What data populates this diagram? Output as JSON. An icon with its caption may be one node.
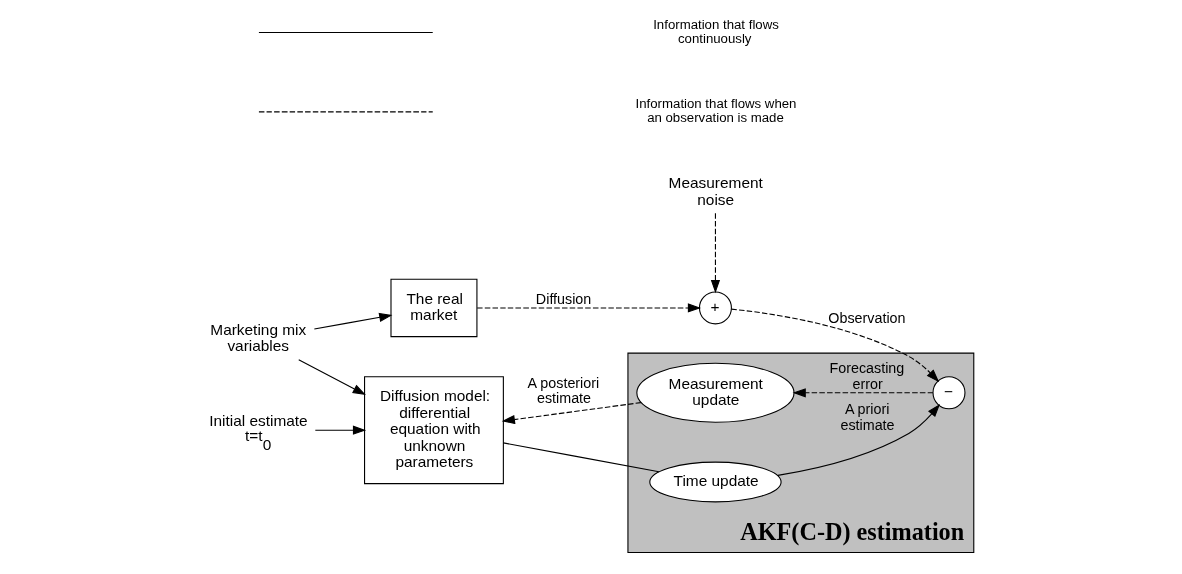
{
  "diagram": {
    "nodes": [
      {
        "text": [
          "Marketing mix variables"
        ]
      },
      {
        "text": [
          "The real market"
        ]
      },
      {
        "text": [
          "Measurement noise"
        ]
      },
      {
        "text": [
          "+"
        ]
      },
      {
        "text": [
          "Initial estimate t=t$_{0}$"
        ]
      },
      {
        "text": [
          "Diffusion model: differential equation with unknown parameters"
        ]
      },
      {
        "text": [
          "AKF(C-D) estimation"
        ]
      },
      {
        "text": [
          "Time update"
        ],
        "in": 6
      },
      {
        "text": [
          "−"
        ],
        "in": 6
      },
      {
        "text": [
          "Measurement update"
        ],
        "in": 6
      }
    ],
    "edges": [
      {
        "from": 0,
        "to": 1,
        "arrow": "to"
      },
      {
        "from": 0,
        "to": 5,
        "arrow": "to"
      },
      {
        "from": 1,
        "to": 3,
        "arrow": "to",
        "label": "Diffusion",
        "style": "dashed"
      },
      {
        "from": 2,
        "to": 3,
        "arrow": "to",
        "style": "dashed"
      },
      {
        "from": 3,
        "to": 8,
        "arrow": "to",
        "label": "Observation",
        "style": "dashed"
      },
      {
        "from": 4,
        "to": 5,
        "arrow": "to"
      },
      {
        "from": 5,
        "to": 7,
        "arrow": "none"
      },
      {
        "from": 7,
        "to": 8,
        "arrow": "to",
        "label": "A priori estimate"
      },
      {
        "from": 8,
        "to": 9,
        "arrow": "to",
        "label": "Forecasting error",
        "style": "dashed"
      },
      {
        "from": 9,
        "to": 5,
        "arrow": "to",
        "label": "A posteriori estimate",
        "style": "dashed"
      }
    ],
    "legend": [
      {
        "text": "Information that flows continuously"
      },
      {
        "text": "Information that flows when an observation is made"
      }
    ]
  }
}
